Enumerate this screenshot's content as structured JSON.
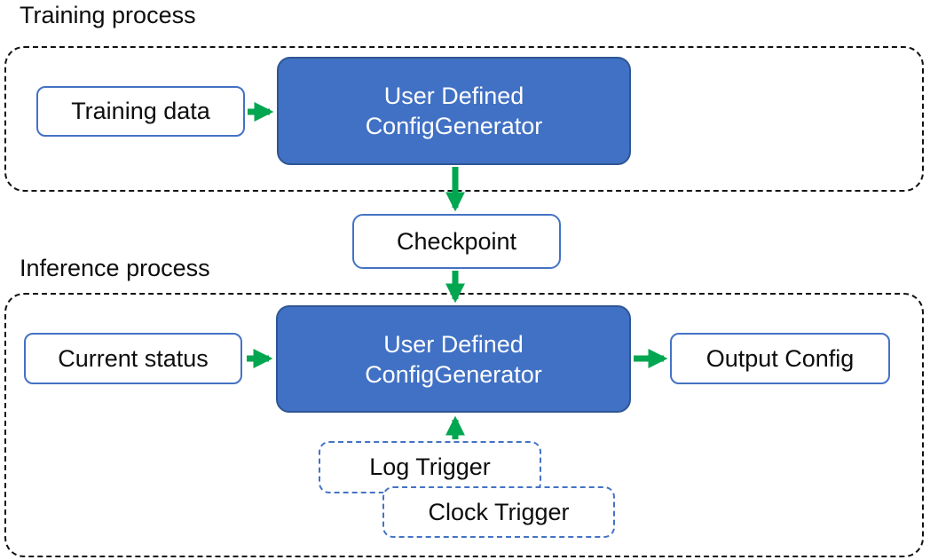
{
  "sections": {
    "training": {
      "label": "Training process"
    },
    "inference": {
      "label": "Inference process"
    }
  },
  "nodes": {
    "training_data": {
      "label": "Training data"
    },
    "training_generator": {
      "line1": "User Defined",
      "line2": "ConfigGenerator"
    },
    "checkpoint": {
      "label": "Checkpoint"
    },
    "current_status": {
      "label": "Current status"
    },
    "inference_generator": {
      "line1": "User Defined",
      "line2": "ConfigGenerator"
    },
    "output_config": {
      "label": "Output Config"
    },
    "log_trigger": {
      "label": "Log Trigger"
    },
    "clock_trigger": {
      "label": "Clock Trigger"
    }
  },
  "arrows": [
    {
      "from": "training_data",
      "to": "training_generator",
      "direction": "right"
    },
    {
      "from": "training_generator",
      "to": "checkpoint",
      "direction": "down"
    },
    {
      "from": "checkpoint",
      "to": "inference_generator",
      "direction": "down"
    },
    {
      "from": "current_status",
      "to": "inference_generator",
      "direction": "right"
    },
    {
      "from": "inference_generator",
      "to": "output_config",
      "direction": "right"
    },
    {
      "from": "log_trigger",
      "to": "inference_generator",
      "direction": "up"
    }
  ],
  "colors": {
    "generator_fill": "#4171C4",
    "generator_border": "#2E5693",
    "io_node_border": "#4472C4",
    "trigger_dash": "#4472C4",
    "arrow_green": "#00A650",
    "container_dash": "#111111",
    "text_dark": "#0d0d0d",
    "text_light": "#ffffff"
  }
}
